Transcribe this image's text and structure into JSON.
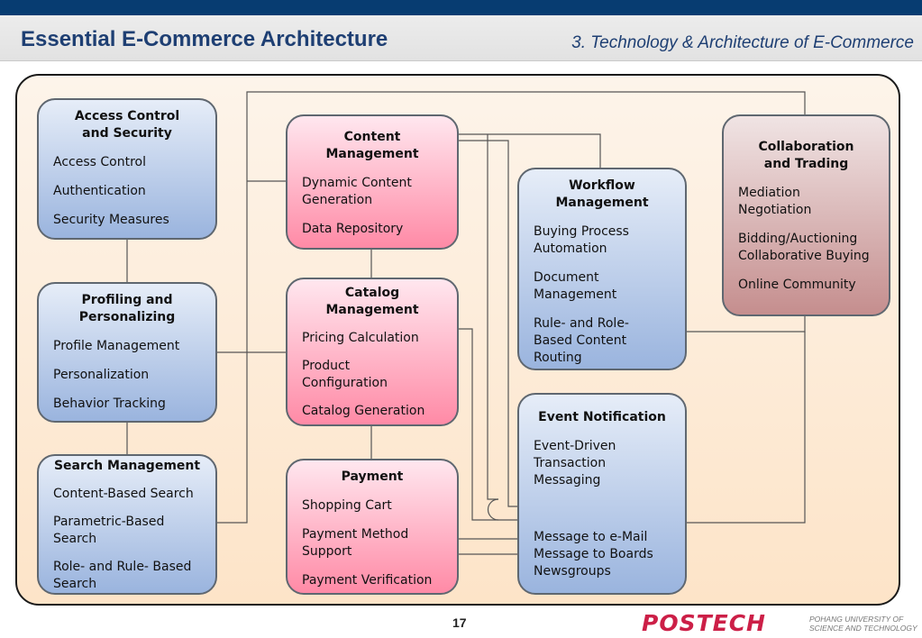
{
  "header": {
    "title": "Essential E-Commerce Architecture",
    "subtitle": "3. Technology & Architecture of E-Commerce"
  },
  "boxes": {
    "access": {
      "title": "Access Control\nand Security",
      "items": [
        "Access Control",
        "Authentication",
        "Security Measures"
      ]
    },
    "profiling": {
      "title": "Profiling and\nPersonalizing",
      "items": [
        "Profile Management",
        "Personalization",
        "Behavior Tracking"
      ]
    },
    "search": {
      "title": "Search Management",
      "items": [
        "Content-Based Search",
        "Parametric-Based\nSearch",
        "Role- and Rule- Based\nSearch"
      ]
    },
    "content": {
      "title": "Content\nManagement",
      "items": [
        "Dynamic Content\nGeneration",
        "Data Repository"
      ]
    },
    "catalog": {
      "title": "Catalog\nManagement",
      "items": [
        "Pricing Calculation",
        "Product\nConfiguration",
        "Catalog Generation"
      ]
    },
    "payment": {
      "title": "Payment",
      "items": [
        "Shopping Cart",
        "Payment Method\nSupport",
        "Payment Verification"
      ]
    },
    "workflow": {
      "title": "Workflow\nManagement",
      "items": [
        "Buying Process\nAutomation",
        "Document\nManagement",
        "Rule- and Role-\nBased Content\nRouting"
      ]
    },
    "event": {
      "title": "Event Notification",
      "items": [
        "Event-Driven\nTransaction\nMessaging",
        "Message to e-Mail\nMessage to Boards\nNewsgroups"
      ]
    },
    "collab": {
      "title": "Collaboration\nand Trading",
      "items": [
        "Mediation\nNegotiation",
        "Bidding/Auctioning\nCollaborative Buying",
        "Online Community"
      ]
    }
  },
  "footer": {
    "page_number": "17",
    "logo_text": "POSTECH",
    "logo_subtext": "POHANG UNIVERSITY OF\nSCIENCE AND TECHNOLOGY"
  },
  "colors": {
    "header_bar": "#073c71",
    "title_text": "#1e3f73",
    "blue_box": "#9ab4de",
    "pink_box": "#ff8aa6",
    "mauve_box": "#c58e8e",
    "logo": "#cc1f47"
  }
}
